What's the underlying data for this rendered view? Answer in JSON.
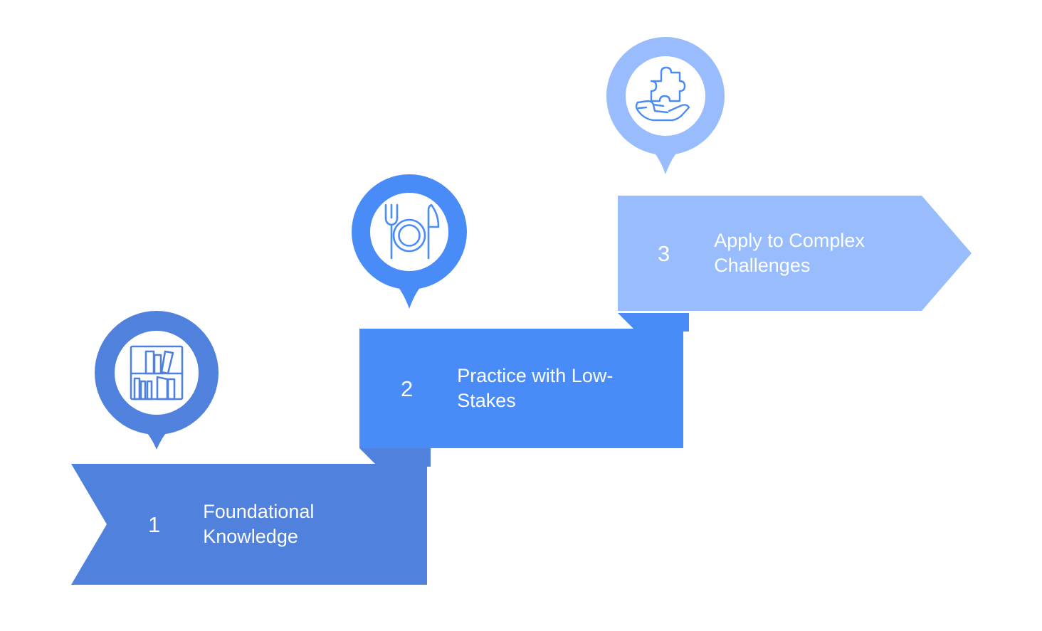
{
  "diagram": {
    "type": "stepped-process-banner",
    "orientation": "ascending-left-to-right",
    "background_color": "#ffffff",
    "step_count": 3
  },
  "steps": [
    {
      "number": "1",
      "title_line1": "Foundational",
      "title_line2": "Knowledge",
      "fill_color": "#4F81DD",
      "icon_name": "bookshelf-icon",
      "icon_label": "bookshelf",
      "shape": "chevron-left-notch"
    },
    {
      "number": "2",
      "title_line1": "Practice with Low-",
      "title_line2": "Stakes",
      "fill_color": "#4A8CF7",
      "icon_name": "cutlery-plate-icon",
      "icon_label": "fork plate and knife",
      "shape": "rectangle"
    },
    {
      "number": "3",
      "title_line1": "Apply to Complex",
      "title_line2": "Challenges",
      "fill_color": "#99BDFC",
      "icon_name": "hand-puzzle-piece-icon",
      "icon_label": "hand holding puzzle piece",
      "shape": "arrow-right-point"
    }
  ],
  "palette": {
    "step1_blue": "#4F81DD",
    "step2_blue": "#4A8CF7",
    "step3_blue": "#99BDFC",
    "pin_inner_white": "#ffffff",
    "text_white": "#ffffff"
  }
}
